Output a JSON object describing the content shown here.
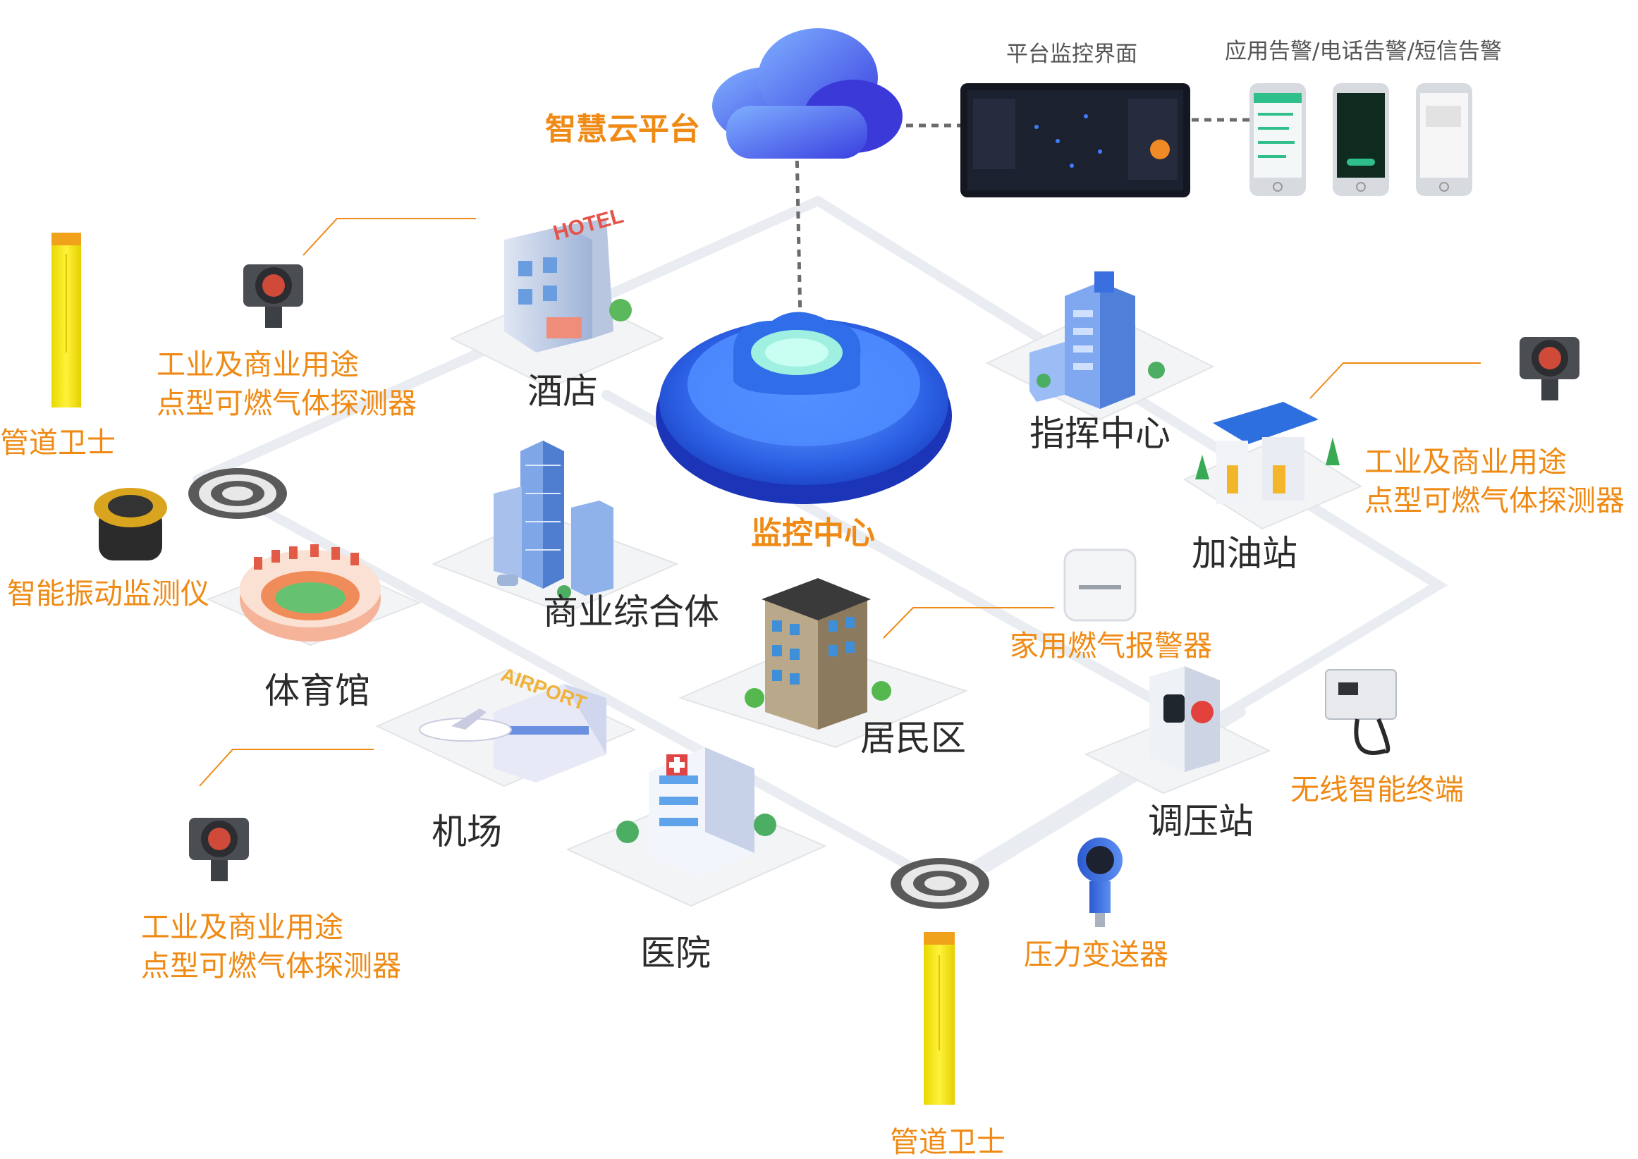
{
  "cloud_platform": "智慧云平台",
  "monitor_center": "监控中心",
  "platform_ui": "平台监控界面",
  "alerts": "应用告警/电话告警/短信告警",
  "nodes": {
    "hotel": "酒店",
    "command": "指挥中心",
    "gas_station": "加油站",
    "commercial": "商业综合体",
    "stadium": "体育馆",
    "residential": "居民区",
    "airport": "机场",
    "hospital": "医院",
    "regulator": "调压站"
  },
  "devices": {
    "pipe_guard_left": "管道卫士",
    "pipe_guard_bottom": "管道卫士",
    "detector_tl_l1": "工业及商业用途",
    "detector_tl_l2": "点型可燃气体探测器",
    "detector_r_l1": "工业及商业用途",
    "detector_r_l2": "点型可燃气体探测器",
    "detector_bl_l1": "工业及商业用途",
    "detector_bl_l2": "点型可燃气体探测器",
    "vibration": "智能振动监测仪",
    "home_alarm": "家用燃气报警器",
    "wireless": "无线智能终端",
    "pressure": "压力变送器"
  },
  "decor_text": {
    "hotel_sign": "HOTEL",
    "airport_sign": "AIRPORT"
  },
  "colors": {
    "accent_orange": "#ef8a14",
    "cloud_blue": "#4f6cf0",
    "platform_blue": "#2f6ee8",
    "pipe_yellow": "#f3e61b"
  }
}
